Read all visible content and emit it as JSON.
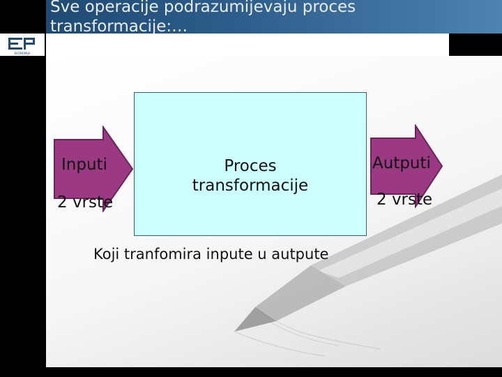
{
  "slide": {
    "title": "Sve operacije podrazumijevaju proces transformacije:…",
    "logo": {
      "mark": "EP",
      "subtext": "EKONOMIJA"
    }
  },
  "diagram": {
    "input": {
      "label": "Inputi",
      "kinds": "2 vrste"
    },
    "process": {
      "label_line1": "Proces",
      "label_line2": "transformacije"
    },
    "output": {
      "label": "Autputi",
      "kinds": "2 vrste"
    },
    "caption": "Koji tranfomira inpute u autpute"
  },
  "colors": {
    "header": "#2e5f8d",
    "process_fill": "#ccffff",
    "arrow_fill": "#9b3a82"
  }
}
